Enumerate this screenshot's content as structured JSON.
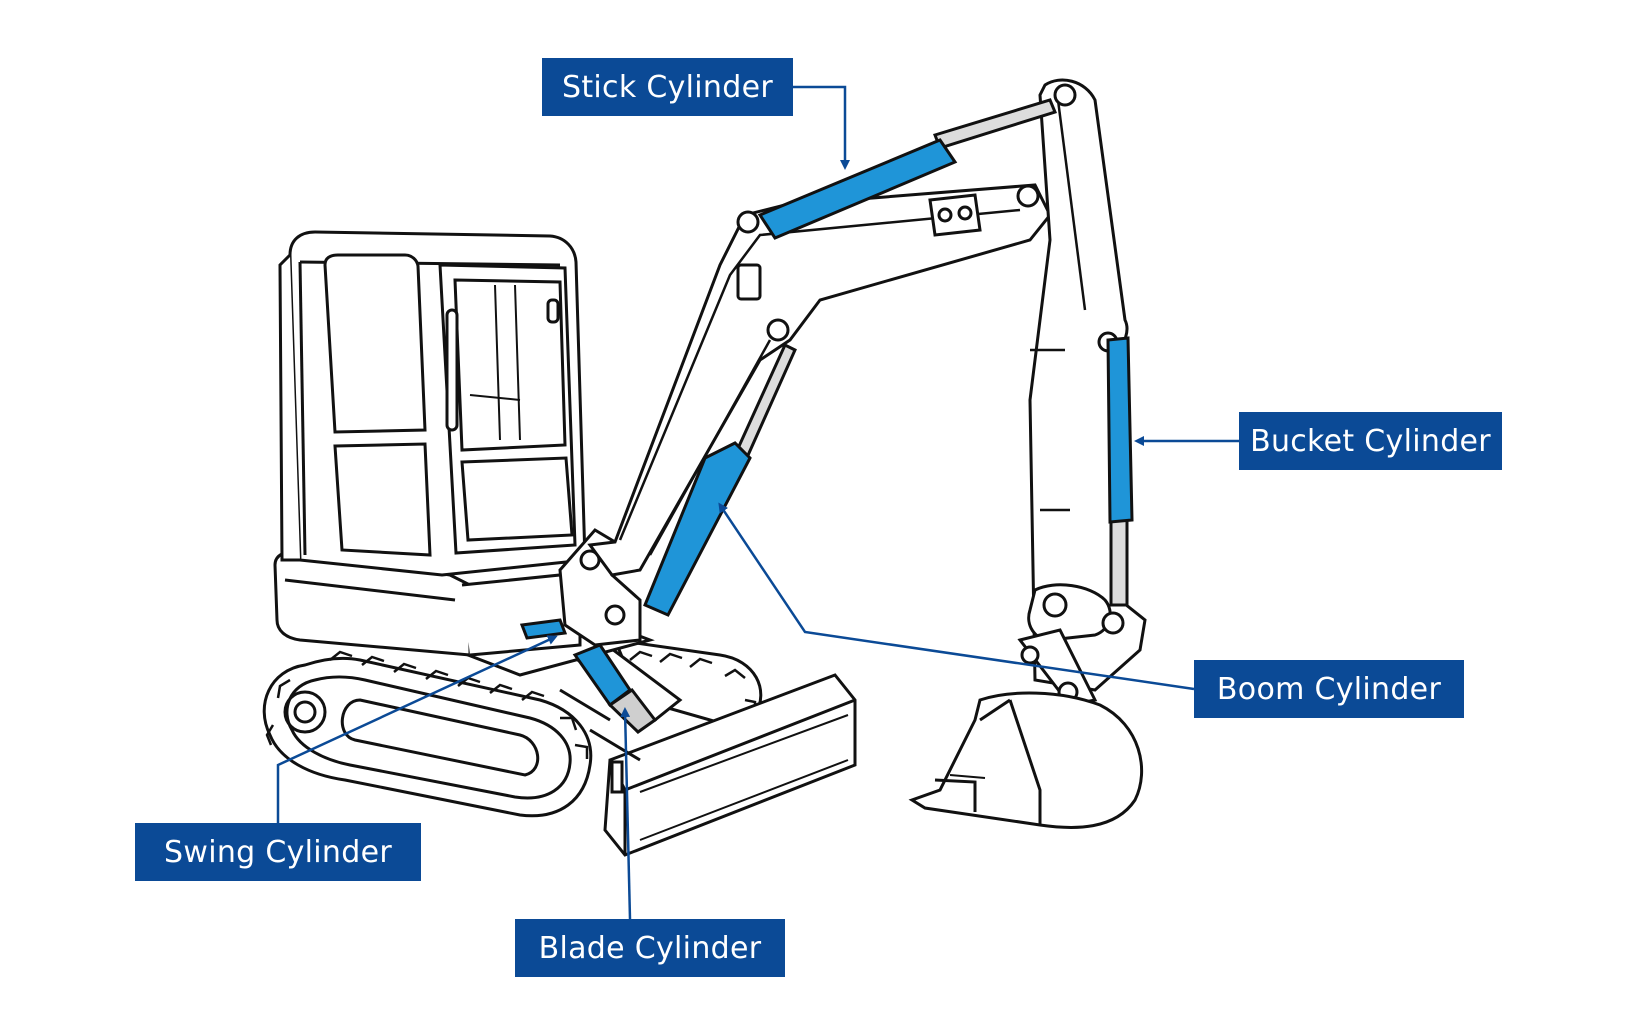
{
  "labels": {
    "stick": "Stick Cylinder",
    "bucket": "Bucket Cylinder",
    "boom": "Boom Cylinder",
    "swing": "Swing Cylinder",
    "blade": "Blade Cylinder"
  },
  "colors": {
    "label_bg": "#0b4a96",
    "label_text": "#ffffff",
    "cylinder_fill": "#1f95d8",
    "line": "#111111",
    "leader": "#0b4a96"
  }
}
